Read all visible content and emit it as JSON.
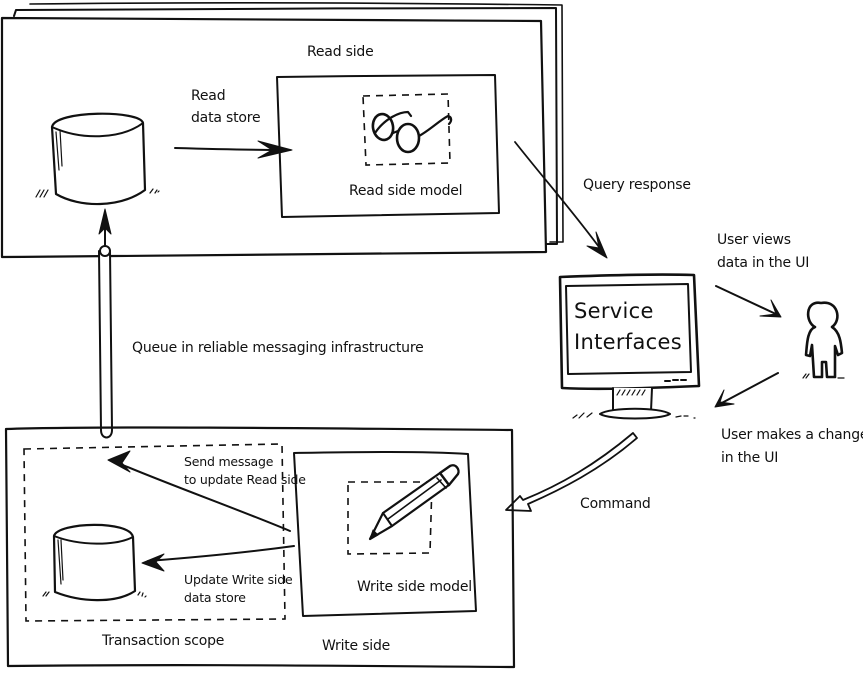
{
  "diagram": {
    "type": "CQRS architecture sketch",
    "read_side": {
      "title": "Read side",
      "data_store_icon": "database-cylinder-icon",
      "read_arrow_label_line1": "Read",
      "read_arrow_label_line2": "data store",
      "model_label": "Read side model",
      "model_icon": "glasses-icon"
    },
    "queue": {
      "label": "Queue in reliable messaging infrastructure",
      "icon": "pipe-icon"
    },
    "query_response": {
      "label": "Query response"
    },
    "service": {
      "screen_line1": "Service",
      "screen_line2": "Interfaces",
      "icon": "monitor-icon"
    },
    "user": {
      "icon": "person-icon",
      "views_line1": "User views",
      "views_line2": "data in the UI",
      "change_line1": "User makes a change",
      "change_line2": "in the UI"
    },
    "command": {
      "label": "Command"
    },
    "write_side": {
      "title": "Write side",
      "transaction_scope_label": "Transaction scope",
      "send_message_line1": "Send message",
      "send_message_line2": "to update Read side",
      "update_store_line1": "Update Write side",
      "update_store_line2": "data store",
      "model_label": "Write side model",
      "model_icon": "pencil-icon",
      "data_store_icon": "database-cylinder-icon"
    },
    "colors": {
      "ink": "#111111",
      "paper": "#ffffff"
    }
  }
}
